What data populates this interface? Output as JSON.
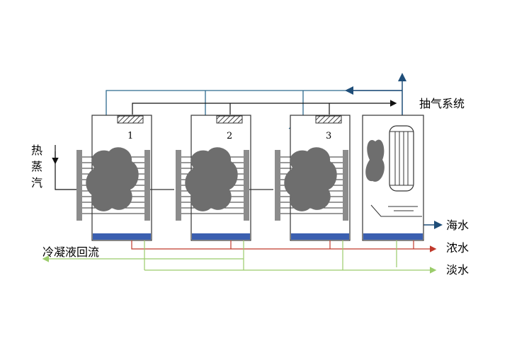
{
  "labels": {
    "steam": [
      "热",
      "蒸",
      "汽"
    ],
    "vacuum": "抽气系统",
    "seawater": "海水",
    "brine": "浓水",
    "fresh": "淡水",
    "condensate": "冷凝液回流"
  },
  "effects": [
    {
      "id": 1,
      "label": "1"
    },
    {
      "id": 2,
      "label": "2"
    },
    {
      "id": 3,
      "label": "3"
    }
  ],
  "colors": {
    "feed_line": "#2e6a8f",
    "seawater_line": "#1f4e79",
    "brine_line": "#c0392b",
    "fresh_line": "#9bcc6b",
    "liquid": "#3b5fb0",
    "vapor": "#6e6e6e",
    "plate": "#8c8c8c",
    "outline": "#333333"
  }
}
